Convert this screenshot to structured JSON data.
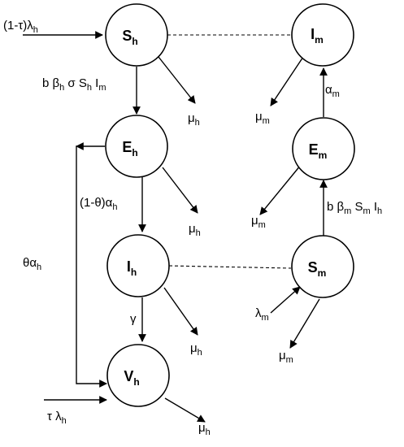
{
  "nodes": {
    "Sh": {
      "main": "S",
      "sub": "h"
    },
    "Eh": {
      "main": "E",
      "sub": "h"
    },
    "Ih": {
      "main": "I",
      "sub": "h"
    },
    "Vh": {
      "main": "V",
      "sub": "h"
    },
    "Im": {
      "main": "I",
      "sub": "m"
    },
    "Em": {
      "main": "E",
      "sub": "m"
    },
    "Sm": {
      "main": "S",
      "sub": "m"
    }
  },
  "edge_labels": {
    "inflow_sh": {
      "pre": "(1-τ)λ",
      "sub": "h",
      "post": ""
    },
    "sh_to_eh": {
      "pre": "b β",
      "sub": "h",
      "post": " σ S",
      "sub2": "h",
      "post2": " I",
      "sub3": "m"
    },
    "eh_to_ih": {
      "pre": "(1-θ)α",
      "sub": "h"
    },
    "eh_to_vh": {
      "pre": "θα",
      "sub": "h"
    },
    "ih_to_vh": {
      "pre": "γ",
      "sub": ""
    },
    "inflow_vh": {
      "pre": "τ λ",
      "sub": "h"
    },
    "mu_sh": {
      "pre": "μ",
      "sub": "h"
    },
    "mu_eh": {
      "pre": "μ",
      "sub": "h"
    },
    "mu_ih": {
      "pre": "μ",
      "sub": "h"
    },
    "mu_vh": {
      "pre": "μ",
      "sub": "h"
    },
    "em_to_im": {
      "pre": "α",
      "sub": "m"
    },
    "sm_to_em": {
      "pre": "b β",
      "sub": "m",
      "post": " S",
      "sub2": "m",
      "post2": " I",
      "sub3": "h"
    },
    "mu_im": {
      "pre": "μ",
      "sub": "m"
    },
    "mu_em": {
      "pre": "μ",
      "sub": "m"
    },
    "lambda_m": {
      "pre": "λ",
      "sub": "m"
    },
    "mu_sm": {
      "pre": "μ",
      "sub": "m"
    }
  }
}
